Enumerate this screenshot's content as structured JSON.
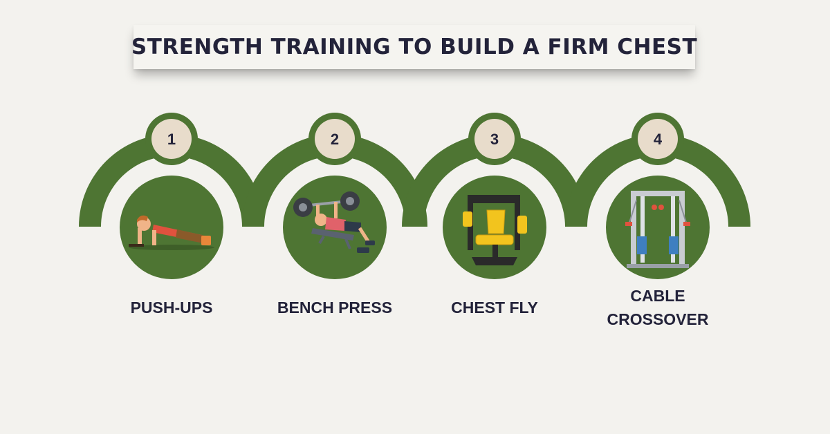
{
  "title": "STRENGTH TRAINING TO BUILD A FIRM CHEST",
  "colors": {
    "green": "#4e7533",
    "beige": "#e8dccb",
    "text": "#23233a",
    "background": "#f3f2ee"
  },
  "steps": [
    {
      "number": "1",
      "label": "PUSH-UPS",
      "icon": "push-up-icon"
    },
    {
      "number": "2",
      "label": "BENCH PRESS",
      "icon": "bench-press-icon"
    },
    {
      "number": "3",
      "label": "CHEST FLY",
      "icon": "chest-fly-machine-icon"
    },
    {
      "number": "4",
      "label_lines": [
        "CABLE",
        "CROSSOVER"
      ],
      "icon": "cable-crossover-machine-icon"
    }
  ]
}
